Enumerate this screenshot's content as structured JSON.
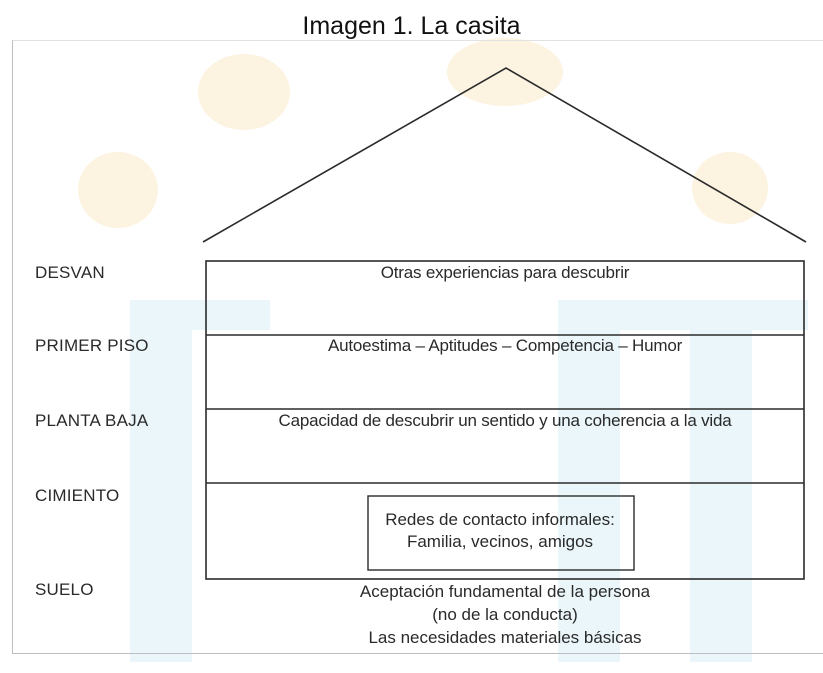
{
  "figure": {
    "caption": "Imagen 1. La casita"
  },
  "levels": [
    {
      "label": "DESVAN",
      "content": "Otras experiencias para descubrir"
    },
    {
      "label": "PRIMER PISO",
      "content": "Autoestima – Aptitudes – Competencia – Humor"
    },
    {
      "label": "PLANTA BAJA",
      "content": "Capacidad de descubrir un sentido y una coherencia a la vida"
    },
    {
      "label": "CIMIENTO",
      "content_lines": [
        "Redes de contacto informales:",
        "Familia, vecinos, amigos"
      ]
    },
    {
      "label": "SUELO",
      "content_lines": [
        "Aceptación fundamental de la persona",
        "(no de la conducta)",
        "Las necesidades materiales básicas"
      ]
    }
  ],
  "colors": {
    "watermark_orange": "#fdf0d8",
    "watermark_blue": "#e3f3f9",
    "line": "#2b2b2b"
  }
}
